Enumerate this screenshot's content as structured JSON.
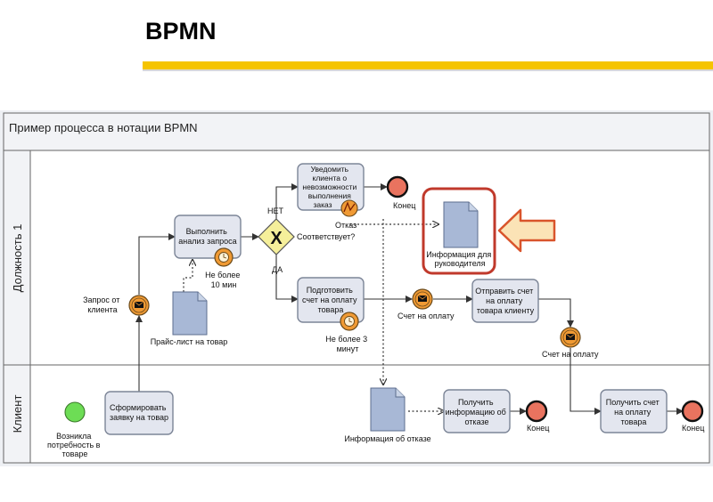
{
  "slide": {
    "title": "BPMN"
  },
  "pool": {
    "title": "Пример процесса в нотации BPMN"
  },
  "lanes": {
    "role1": "Должность 1",
    "client": "Клиент"
  },
  "tasks": {
    "notify_client": [
      "Уведомить",
      "клиента о",
      "невозможности",
      "выполнения",
      "заказ"
    ],
    "analyze_request": [
      "Выполнить",
      "анализ запроса"
    ],
    "prepare_invoice": [
      "Подготовить",
      "счет на оплату",
      "товара"
    ],
    "send_invoice": [
      "Отправить счет",
      "на оплату",
      "товара клиенту"
    ],
    "create_order": [
      "Сформировать",
      "заявку на товар"
    ],
    "receive_info": [
      "Получить",
      "информацию об",
      "отказе"
    ],
    "receive_invoice": [
      "Получить счет",
      "на оплату",
      "товара"
    ]
  },
  "labels": {
    "no": "НЕТ",
    "yes": "ДА",
    "question": "Соответствует?",
    "refusal": "Отказ",
    "end": "Конец",
    "request_from_client": [
      "Запрос от",
      "клиента"
    ],
    "timer_10": [
      "Не более",
      "10 мин"
    ],
    "timer_3": [
      "Не более 3",
      "минут"
    ],
    "price_list": "Прайс-лист на товар",
    "manager_info": [
      "Информация для",
      "руководителя"
    ],
    "invoice_msg": "Счет на оплату",
    "start_label": [
      "Возникла",
      "потребность в",
      "товаре"
    ],
    "refusal_info": "Информация об отказе",
    "gateway_mark": "X"
  },
  "colors": {
    "task_fill": "#e3e6ef",
    "task_stroke": "#7c8597",
    "end_fill": "#e9735f",
    "start_fill": "#6ddd55",
    "event_fill": "#f09a34",
    "gateway_fill": "#f5ef9a",
    "doc_fill": "#a8b8d6",
    "highlight": "#c0392b",
    "arrow_fill": "#fbe3b6",
    "arrow_stroke": "#d9542b"
  }
}
